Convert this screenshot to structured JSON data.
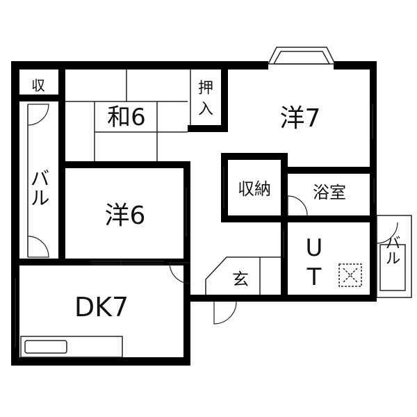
{
  "rooms": {
    "storage_top_left": "収",
    "balcony_left": "バル",
    "washitsu": "和6",
    "oshiire_1": "押",
    "oshiire_2": "入",
    "western_7": "洋7",
    "western_6": "洋6",
    "closet": "収納",
    "bathroom": "浴室",
    "utility_1": "U",
    "utility_2": "T",
    "entrance": "玄",
    "balcony_right": "バル",
    "dining_kitchen": "DK7"
  },
  "colors": {
    "wall": "#000000",
    "line": "#222222",
    "background": "#ffffff"
  }
}
